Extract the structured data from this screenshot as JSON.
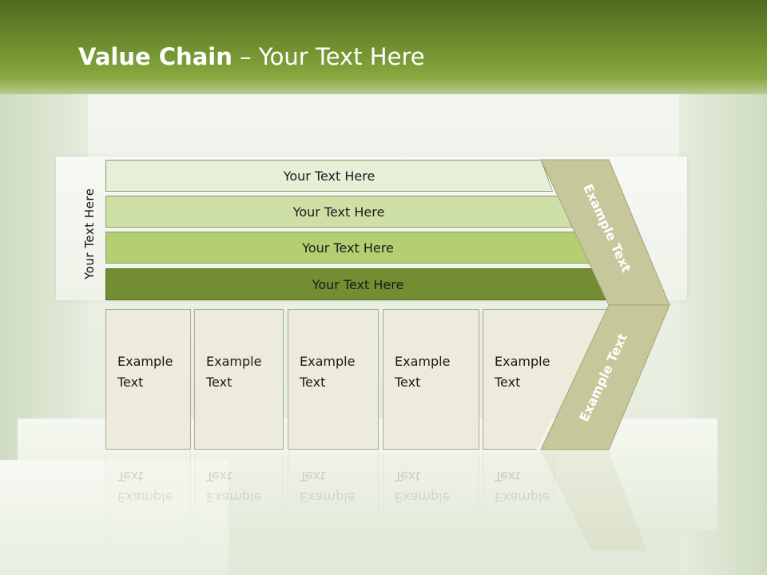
{
  "title": {
    "bold": "Value Chain",
    "rest": " – Your Text Here"
  },
  "side_label": "Your Text Here",
  "bands": [
    {
      "label": "Your Text Here",
      "color": "#e8efd8"
    },
    {
      "label": "Your Text Here",
      "color": "#cfe0a7"
    },
    {
      "label": "Your Text Here",
      "color": "#b3cf72"
    },
    {
      "label": "Your Text Here",
      "color": "#738d33"
    }
  ],
  "boxes": [
    {
      "line1": "Example",
      "line2": "Text"
    },
    {
      "line1": "Example",
      "line2": "Text"
    },
    {
      "line1": "Example",
      "line2": "Text"
    },
    {
      "line1": "Example",
      "line2": "Text"
    },
    {
      "line1": "Example",
      "line2": "Text"
    }
  ],
  "chevron": {
    "top_label": "Example Text",
    "bottom_label": "Example Text",
    "color": "#c6c79a"
  },
  "colors": {
    "header": "#6e8f2e",
    "box_fill": "#ecebdc",
    "box_border": "#a8ab96"
  }
}
